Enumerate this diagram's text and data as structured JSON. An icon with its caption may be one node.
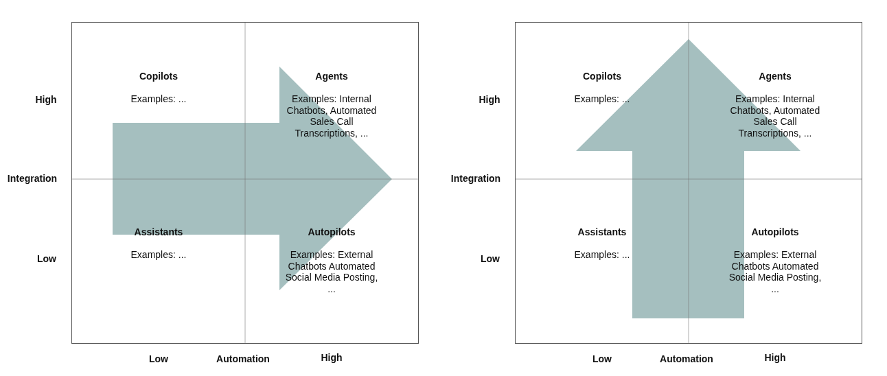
{
  "diagram": {
    "nodes": [
      {
        "text": [],
        "shape": "box"
      },
      {
        "text": [
          "Copilots",
          "Examples: ..."
        ],
        "in": 0
      },
      {
        "text": [
          "Agents",
          "Examples: Internal Chatbots, Automated Sales Call Transcriptions, ..."
        ],
        "in": 0
      },
      {
        "text": [
          "Assistants",
          "Examples: ..."
        ],
        "in": 0
      },
      {
        "text": [
          "Autopilots",
          "Examples: External Chatbots Automated Social Media Posting, ..."
        ],
        "in": 0
      },
      {
        "text": [],
        "shape": "box"
      },
      {
        "text": [
          "Copilots",
          "Examples: ..."
        ],
        "in": 5
      },
      {
        "text": [
          "Agents",
          "Examples: Internal Chatbots, Automated Sales Call Transcriptions, ..."
        ],
        "in": 5
      },
      {
        "text": [
          "Assistants",
          "Examples: ..."
        ],
        "in": 5
      },
      {
        "text": [
          "Autopilots",
          "Examples: External Chatbots Automated Social Media Posting, ..."
        ],
        "in": 5
      }
    ],
    "edges": [],
    "labels": [
      "High",
      "Integration",
      "Low",
      "Low",
      "Automation",
      "High",
      "High",
      "Integration",
      "Low",
      "Low",
      "Automation",
      "High"
    ]
  }
}
